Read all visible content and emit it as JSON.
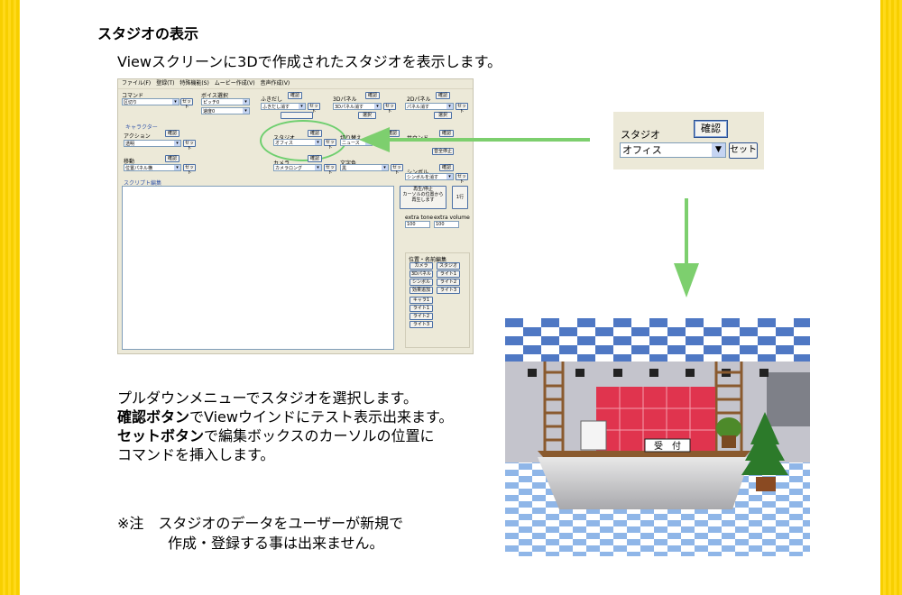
{
  "heading": "スタジオの表示",
  "subtitle": "Viewスクリーンに3Dで作成されたスタジオを表示します。",
  "description": {
    "line1": "プルダウンメニューでスタジオを選択します。",
    "line2_bold": "確認ボタン",
    "line2_rest": "でViewウインドにテスト表示出来ます。",
    "line3_bold": "セットボタン",
    "line3_rest": "で編集ボックスのカーソルの位置に",
    "line4": "コマンドを挿入します。"
  },
  "note": {
    "line1": "※注　スタジオのデータをユーザーが新規で",
    "line2": "作成・登録する事は出来ません。"
  },
  "app": {
    "menu": [
      "ファイル(F)",
      "登録(T)",
      "特殊機能(S)",
      "ムービー作成(V)",
      "音声作成(V)"
    ],
    "command_label": "コマンド",
    "command_value": "区切り",
    "voice_label": "ボイス選択",
    "voice_value": "ピッチ0",
    "speed_value": "速度0",
    "balloon_label": "ふきだし",
    "balloon_value": "ふきだし消す",
    "panel3d_label": "3Dパネル",
    "panel3d_value": "3Dパネル消す",
    "panel2d_label": "2Dパネル",
    "panel2d_value": "パネル消す",
    "character_label": "キャラクター",
    "action_label": "アクション",
    "action_value": "透明",
    "move_label": "移動",
    "move_value": "位置パネル横",
    "studio_label": "スタジオ",
    "studio_value": "オフィス",
    "switch_label": "切り替え",
    "switch_value": "ニュース",
    "sound_label": "サウンド",
    "stop_all": "音全停止",
    "camera_label": "カメラ",
    "camera_value": "カメラロング",
    "textcolor_label": "文字色",
    "textcolor_value": "黒",
    "symbol_label": "シンボル",
    "symbol_value": "シンボルを消す",
    "script_label": "スクリプト編集",
    "play_button": "再生/停止\nカーソルの位置から\n再生します",
    "one_line": "1行",
    "extra_tone_label": "extra tone",
    "extra_tone_value": "100",
    "extra_volume_label": "extra volume",
    "extra_volume_value": "100",
    "edit_panel_label": "位置・名前編集",
    "edit_buttons": [
      "カメラ",
      "スタジオ",
      "3Dパネル",
      "ライト1",
      "シンボル",
      "ライト2",
      "効果追加",
      "ライト3",
      "キャラ1",
      "ライト1",
      "ライト2",
      "ライト3"
    ],
    "confirm": "確認",
    "set": "セット",
    "select": "選択"
  },
  "zoom": {
    "label": "スタジオ",
    "confirm": "確認",
    "value": "オフィス",
    "set": "セット"
  },
  "studio_scene": {
    "sign": "受　付"
  },
  "colors": {
    "stripe": "#f7cf00",
    "arrow": "#7dcf6e",
    "highlight": "#6fcf6f"
  }
}
